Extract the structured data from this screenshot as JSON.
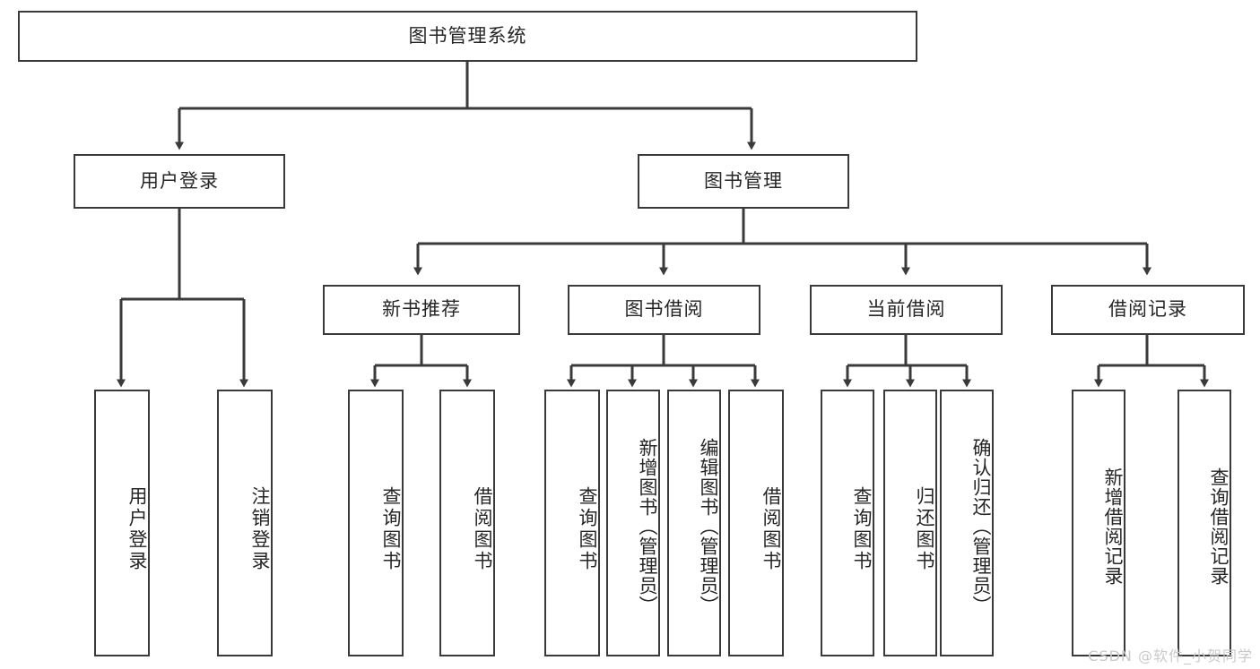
{
  "diagram": {
    "title": "图书管理系统",
    "type": "tree-hierarchy-diagram",
    "watermark": "CSDN @软件_小贺同学",
    "colors": {
      "box_border": "#3a3a3a",
      "box_fill": "#ffffff",
      "edge": "#3a3a3a",
      "text": "#262626",
      "watermark": "#c9c9c9",
      "background": "#ffffff"
    },
    "root": {
      "label": "图书管理系统"
    },
    "level2": [
      {
        "label": "用户登录"
      },
      {
        "label": "图书管理"
      }
    ],
    "user_login_children": [
      {
        "label": "用户登录"
      },
      {
        "label": "注销登录"
      }
    ],
    "level3": [
      {
        "label": "新书推荐"
      },
      {
        "label": "图书借阅"
      },
      {
        "label": "当前借阅"
      },
      {
        "label": "借阅记录"
      }
    ],
    "new_book_children": [
      {
        "label": "查询图书"
      },
      {
        "label": "借阅图书"
      }
    ],
    "borrow_book_children": [
      {
        "label": "查询图书"
      },
      {
        "label": "新增图书（管理员）"
      },
      {
        "label": "编辑图书（管理员）"
      },
      {
        "label": "借阅图书"
      }
    ],
    "current_borrow_children": [
      {
        "label": "查询图书"
      },
      {
        "label": "归还图书"
      },
      {
        "label": "确认归还（管理员）"
      }
    ],
    "borrow_record_children": [
      {
        "label": "新增借阅记录"
      },
      {
        "label": "查询借阅记录"
      }
    ]
  }
}
